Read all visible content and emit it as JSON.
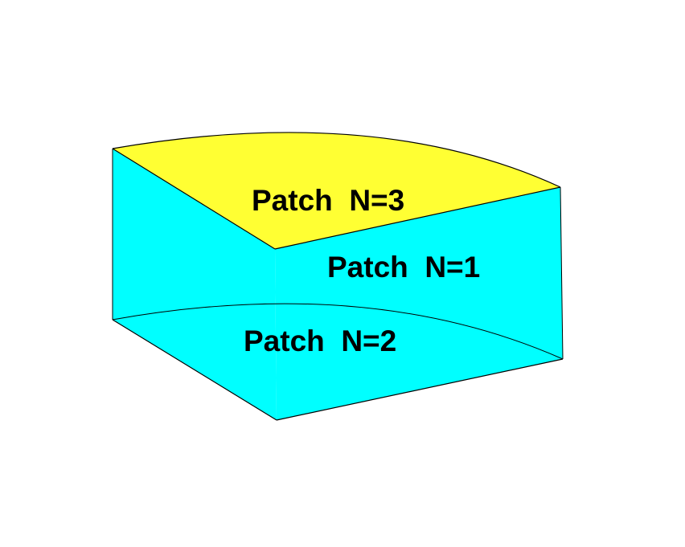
{
  "diagram": {
    "colors": {
      "top_face": "#ffff33",
      "side_faces": "#00ffff",
      "edges": "#000000",
      "background": "#ffffff"
    },
    "patches": [
      {
        "id": "patch-3",
        "label": "Patch  N=3",
        "face": "top"
      },
      {
        "id": "patch-1",
        "label": "Patch  N=1",
        "face": "curved-side"
      },
      {
        "id": "patch-2",
        "label": "Patch  N=2",
        "face": "bottom"
      }
    ]
  }
}
